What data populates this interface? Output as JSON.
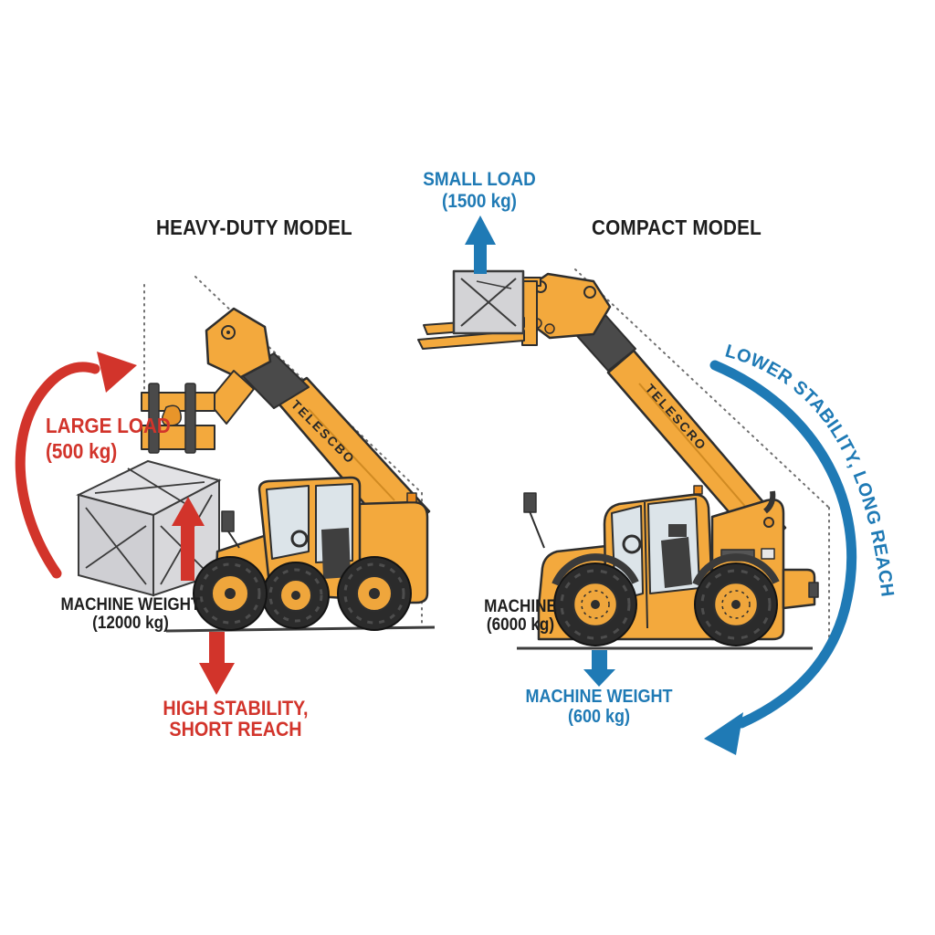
{
  "colors": {
    "red_accent": "#d2342b",
    "blue_accent": "#1f7ab5",
    "ink": "#1e1e1e",
    "machine_yellow": "#f3a93d",
    "load_gray": "#d3d3d6"
  },
  "left_panel": {
    "title": "HEAVY-DUTY MODEL",
    "load": {
      "label": "LARGE LOAD",
      "value": "(500 kg)"
    },
    "machine_weight": {
      "label": "MACHINE WEIGHT",
      "value": "(12000 kg)"
    },
    "result": {
      "line1": "HIGH STABILITY,",
      "line2": "SHORT REACH"
    },
    "boom_text": "TELESCBO",
    "icons": [
      "rotation-arc-arrow-red",
      "load-up-arrow-red",
      "weight-down-arrow-red"
    ]
  },
  "right_panel": {
    "title": "COMPACT MODEL",
    "load": {
      "label": "SMALL LOAD",
      "value": "(1500 kg)"
    },
    "machine": {
      "label": "MACHINE",
      "value": "(6000 kg)"
    },
    "machine_weight": {
      "label": "MACHINE WEIGHT",
      "value": "(600 kg)"
    },
    "curved_label": "LOWER STABILITY, LONG REACH",
    "boom_text": "TELESCRO",
    "icons": [
      "load-up-arrow-blue",
      "weight-down-arrow-blue",
      "reach-arc-arrow-blue"
    ]
  }
}
